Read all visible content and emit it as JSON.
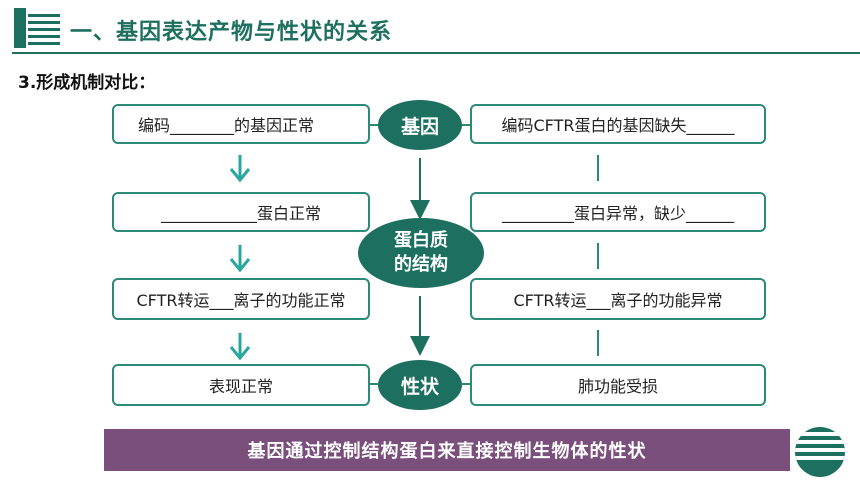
{
  "header": {
    "title": "一、基因表达产物与性状的关系",
    "subtitle": "3.形成机制对比："
  },
  "center": {
    "gene": "基因",
    "protein_line1": "蛋白质",
    "protein_line2": "的结构",
    "trait": "性状"
  },
  "left_boxes": [
    "编码________的基因正常",
    "____________蛋白正常",
    "CFTR转运___离子的功能正常",
    "表现正常"
  ],
  "right_boxes": [
    "编码CFTR蛋白的基因缺失______",
    "_________蛋白异常，缺少______",
    "CFTR转运___离子的功能异常",
    "肺功能受损"
  ],
  "banner": {
    "text": "基因通过控制结构蛋白来直接控制生物体的性状"
  },
  "colors": {
    "primary": "#1d6f5f",
    "border": "#2b8a78",
    "arrow": "#2aa6a0",
    "banner": "#7a4f7c"
  }
}
